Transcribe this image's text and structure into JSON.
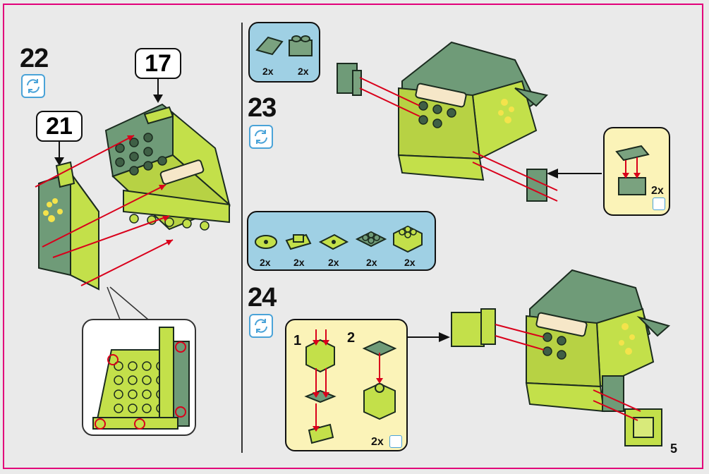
{
  "steps": {
    "s22": {
      "number": "22",
      "callout_a": "17",
      "callout_b": "21"
    },
    "s23": {
      "number": "23",
      "parts_qty": [
        "2x",
        "2x"
      ],
      "sub_qty": "2x"
    },
    "s24": {
      "number": "24",
      "parts_qty": [
        "2x",
        "2x",
        "2x",
        "2x",
        "2x"
      ],
      "sub_labels": [
        "1",
        "2"
      ],
      "sub_qty": "2x"
    }
  },
  "page_number": "5",
  "colors": {
    "lime": "#c3e04a",
    "sage": "#6f9b78",
    "arrow": "#d9001b",
    "frame": "#e2007a",
    "rotate": "#4aa3d8"
  },
  "icons": [
    "rotate-icon",
    "arrow-icon"
  ]
}
